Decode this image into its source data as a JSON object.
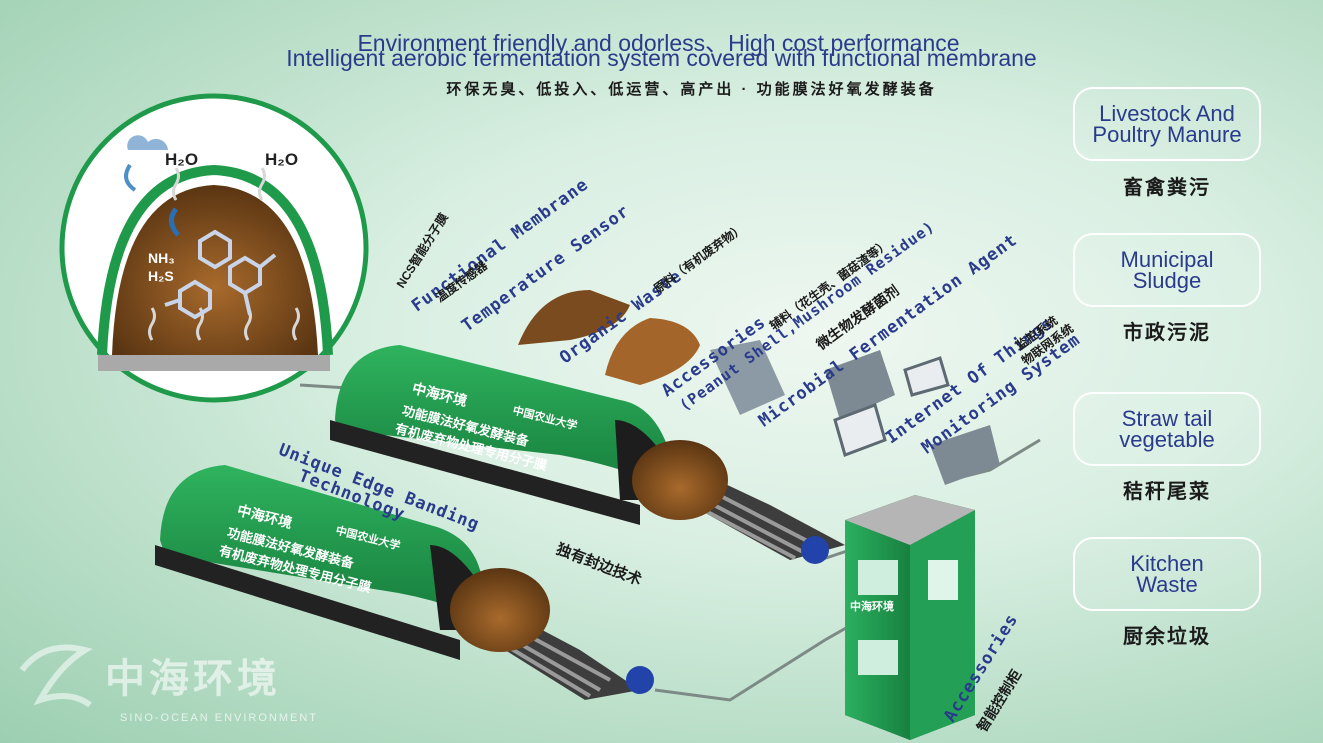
{
  "header": {
    "line1": "Environment friendly and odorless、High cost performance",
    "line2": "Intelligent aerobic fermentation system covered with functional membrane",
    "line3": "环保无臭、低投入、低运营、高产出 · 功能膜法好氧发酵装备"
  },
  "categories": [
    {
      "en": "Livestock And\nPoultry Manure",
      "cn": "畜禽粪污"
    },
    {
      "en": "Municipal\nSludge",
      "cn": "市政污泥"
    },
    {
      "en": "Straw tail\nvegetable",
      "cn": "秸秆尾菜"
    },
    {
      "en": "Kitchen\nWaste",
      "cn": "厨余垃圾"
    }
  ],
  "inset": {
    "h2o": "H₂O",
    "nh3": "NH₃",
    "h2s": "H₂S"
  },
  "labels": {
    "functional_membrane": "Functional Membrane",
    "functional_membrane_cn": "NCS智能分子膜",
    "temperature_sensor": "Temperature Sensor",
    "temperature_sensor_cn": "温度传感器",
    "organic_waste": "Organic Waste",
    "organic_waste_cn": "原料（有机废弃物）",
    "accessories": "Accessories",
    "accessories_detail": "(Peanut Shell,Mushroom Residue)",
    "accessories_cn": "辅料（花生壳、菌菇渣等）",
    "microbial": "Microbial Fermentation Agent",
    "microbial_cn": "微生物发酵菌剂",
    "iot": "Internet Of Things",
    "iot2": "Monitoring System",
    "iot_cn1": "监控系统",
    "iot_cn2": "物联网系统",
    "edge_banding": "Unique Edge Banding",
    "edge_banding2": "Technology",
    "edge_banding_cn": "独有封边技术",
    "cabinet": "Accessories",
    "cabinet_cn": "智能控制柜"
  },
  "tunnel_text": {
    "brand": "中海环境",
    "university": "中国农业大学",
    "line1": "功能膜法好氧发酵装备",
    "line2": "有机废弃物处理专用分子膜"
  },
  "watermark": {
    "cn": "中海环境",
    "en": "SINO-OCEAN ENVIRONMENT"
  },
  "colors": {
    "title_blue": "#2a3b8c",
    "membrane_green": "#1f9a4a",
    "compost_brown": "#7a4b1e"
  }
}
